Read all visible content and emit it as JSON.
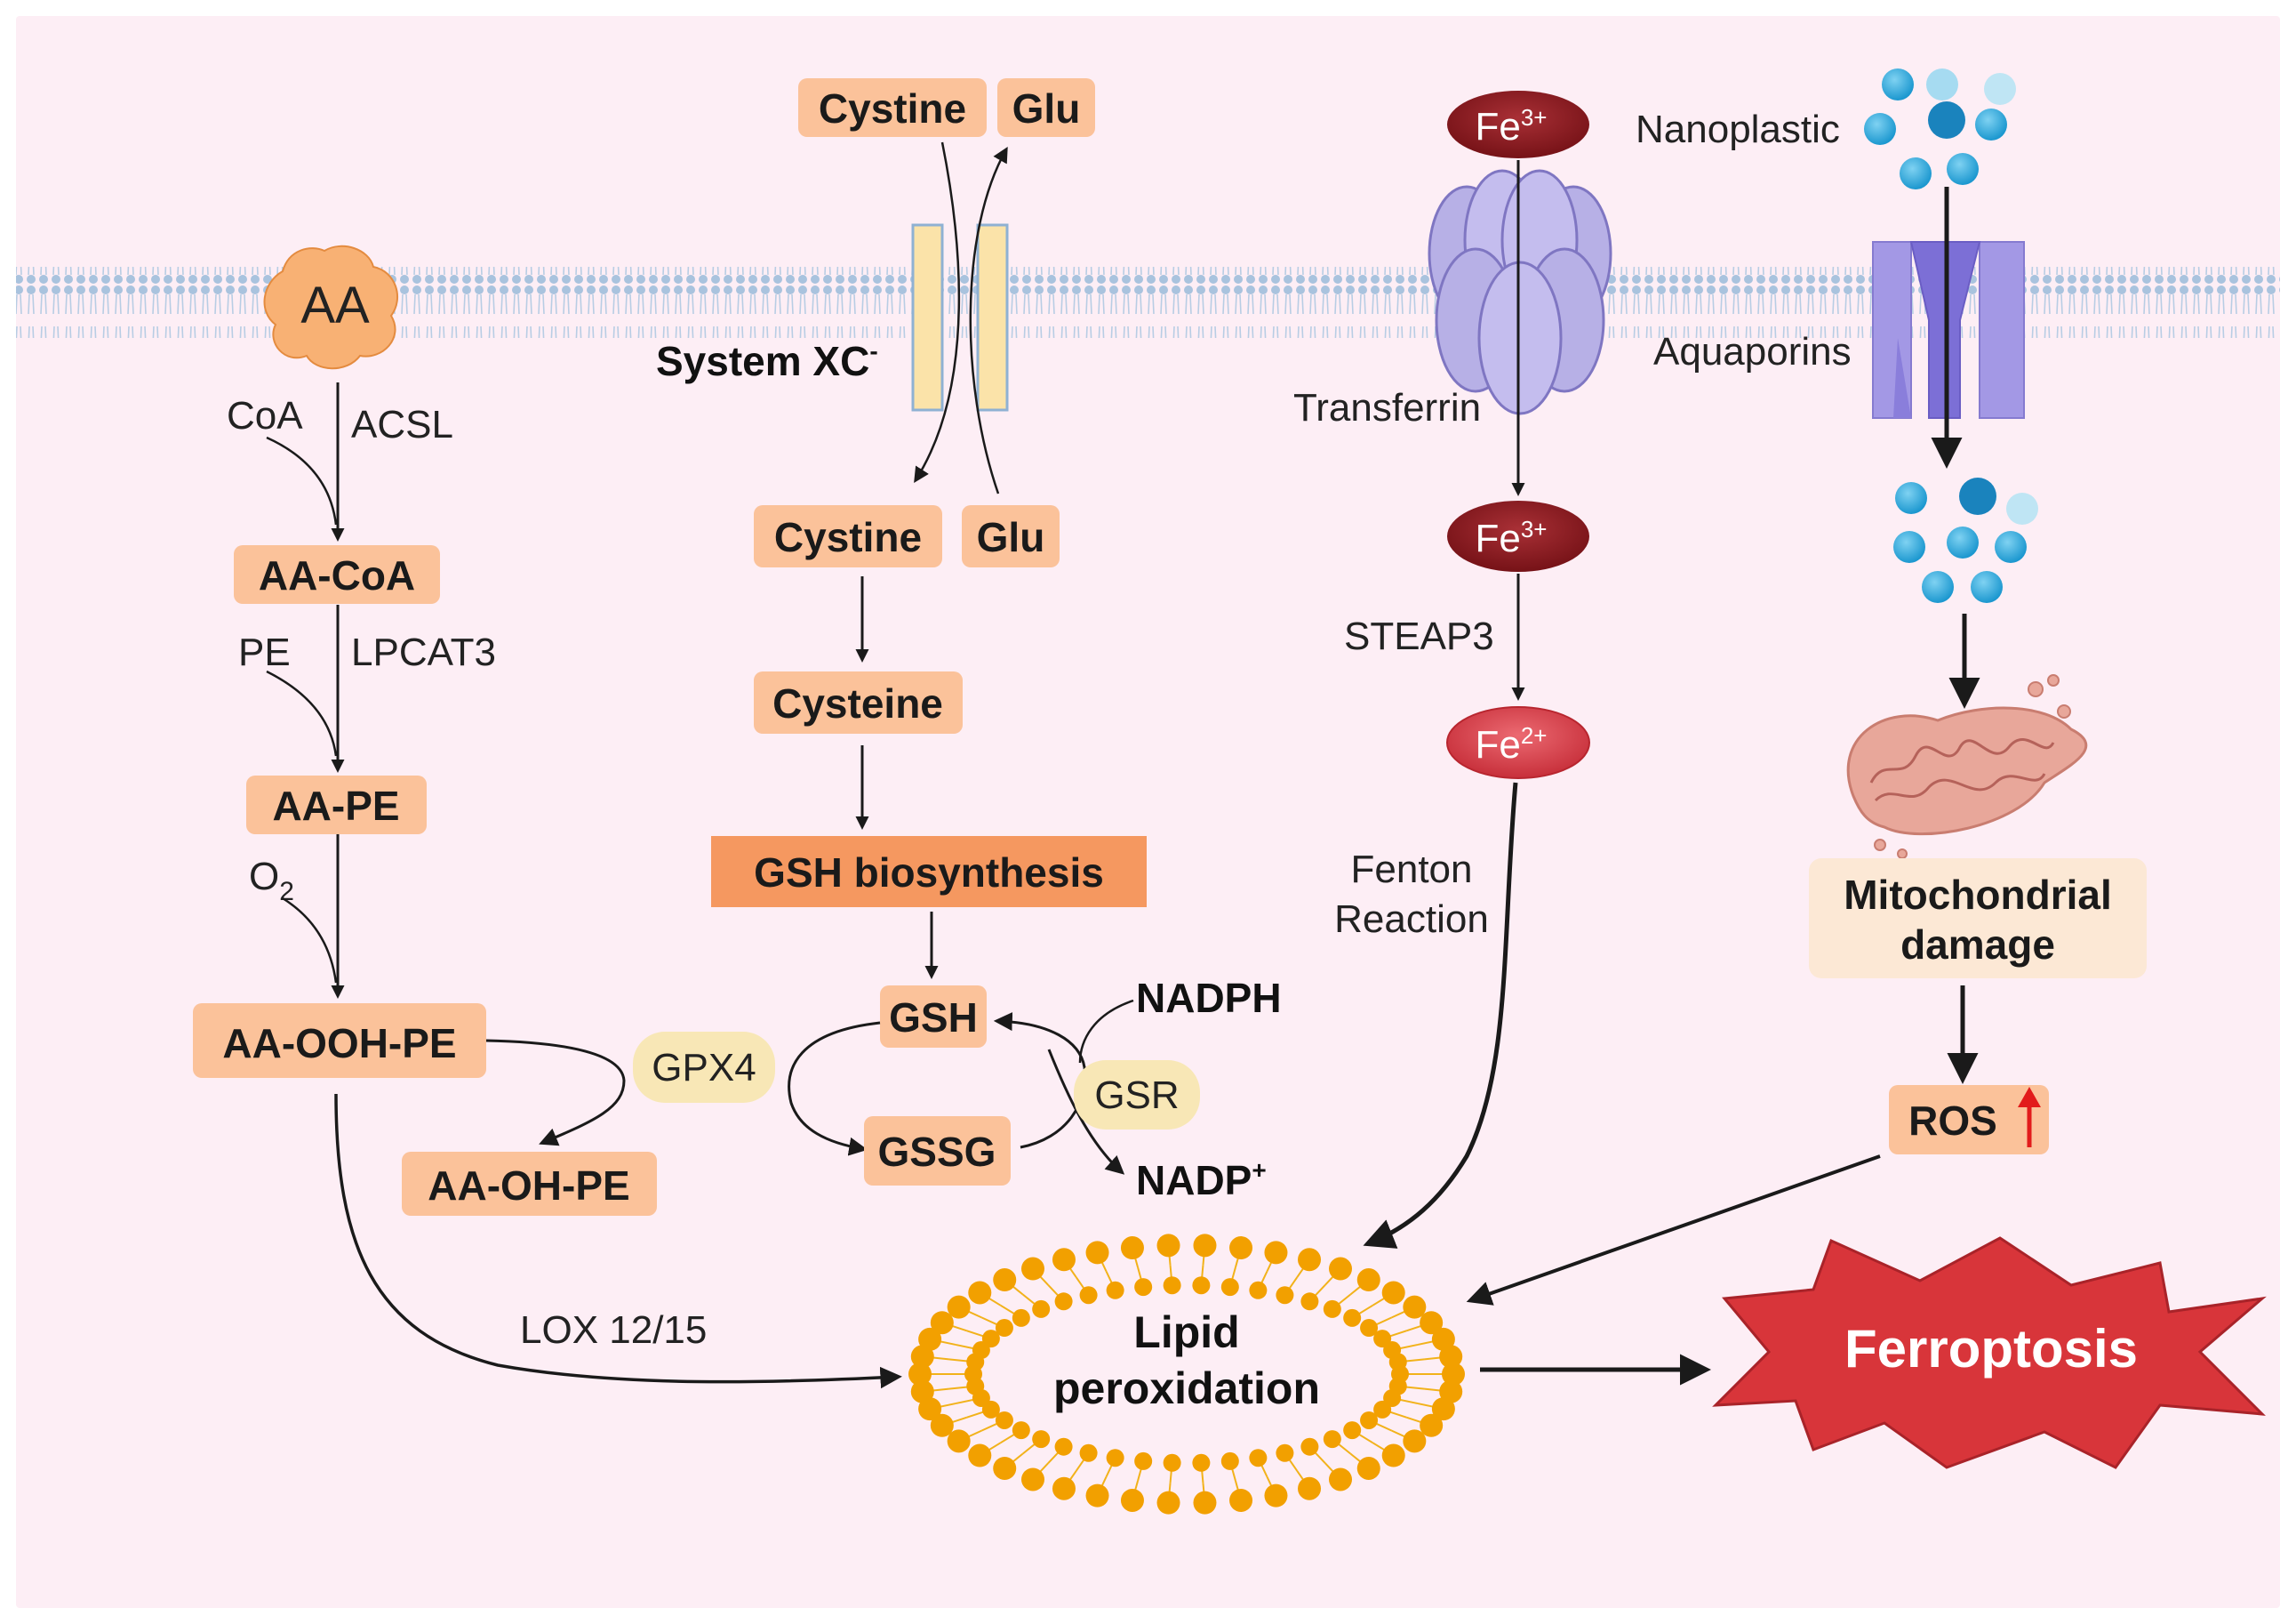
{
  "colors": {
    "background": "#fdeef5",
    "membrane": "#a9c3de",
    "box_fill": "#fbc29a",
    "gsh_biosynthesis_fill": "#f59860",
    "enzyme_fill": "#f8e7b6",
    "iron_dark": "#8d1e23",
    "iron_light": "#d9414b",
    "ferroptosis_fill": "#d8353a",
    "lipid_fill": "#f2a000",
    "nanoplastic_blue": "#2aa7dc",
    "channel_purple": "#9a8de0",
    "transferrin_lavender": "#b7b0e6",
    "mito_fill": "#e8a79a",
    "ros_arrow": "#e21b1b"
  },
  "membrane": {
    "system_xc_label": "System XC",
    "system_xc_superscript": "-",
    "transferrin_label": "Transferrin",
    "aquaporins_label": "Aquaporins",
    "nanoplastic_label": "Nanoplastic"
  },
  "lipid_pathway": {
    "aa": "AA",
    "coa": "CoA",
    "acsl": "ACSL",
    "aa_coa": "AA-CoA",
    "pe": "PE",
    "lpcat3": "LPCAT3",
    "aa_pe": "AA-PE",
    "o2": "O",
    "o2_subscript": "2",
    "aa_ooh_pe": "AA-OOH-PE",
    "aa_oh_pe": "AA-OH-PE",
    "gpx4": "GPX4",
    "lox": "LOX 12/15"
  },
  "gsh_pathway": {
    "cystine_out": "Cystine",
    "glu_out": "Glu",
    "cystine_in": "Cystine",
    "glu_in": "Glu",
    "cysteine": "Cysteine",
    "gsh_biosynthesis": "GSH biosynthesis",
    "gsh": "GSH",
    "gssg": "GSSG",
    "nadph": "NADPH",
    "gsr": "GSR",
    "nadp": "NADP",
    "nadp_superscript": "+"
  },
  "iron_pathway": {
    "fe3_outer": "Fe",
    "fe3_outer_sup": "3+",
    "fe3_inner": "Fe",
    "fe3_inner_sup": "3+",
    "steap3": "STEAP3",
    "fe2": "Fe",
    "fe2_sup": "2+",
    "fenton_line1": "Fenton",
    "fenton_line2": "Reaction"
  },
  "mito_pathway": {
    "mito_line1": "Mitochondrial",
    "mito_line2": "damage",
    "ros": "ROS"
  },
  "outcome": {
    "lipid_line1": "Lipid",
    "lipid_line2": "peroxidation",
    "ferroptosis": "Ferroptosis"
  }
}
